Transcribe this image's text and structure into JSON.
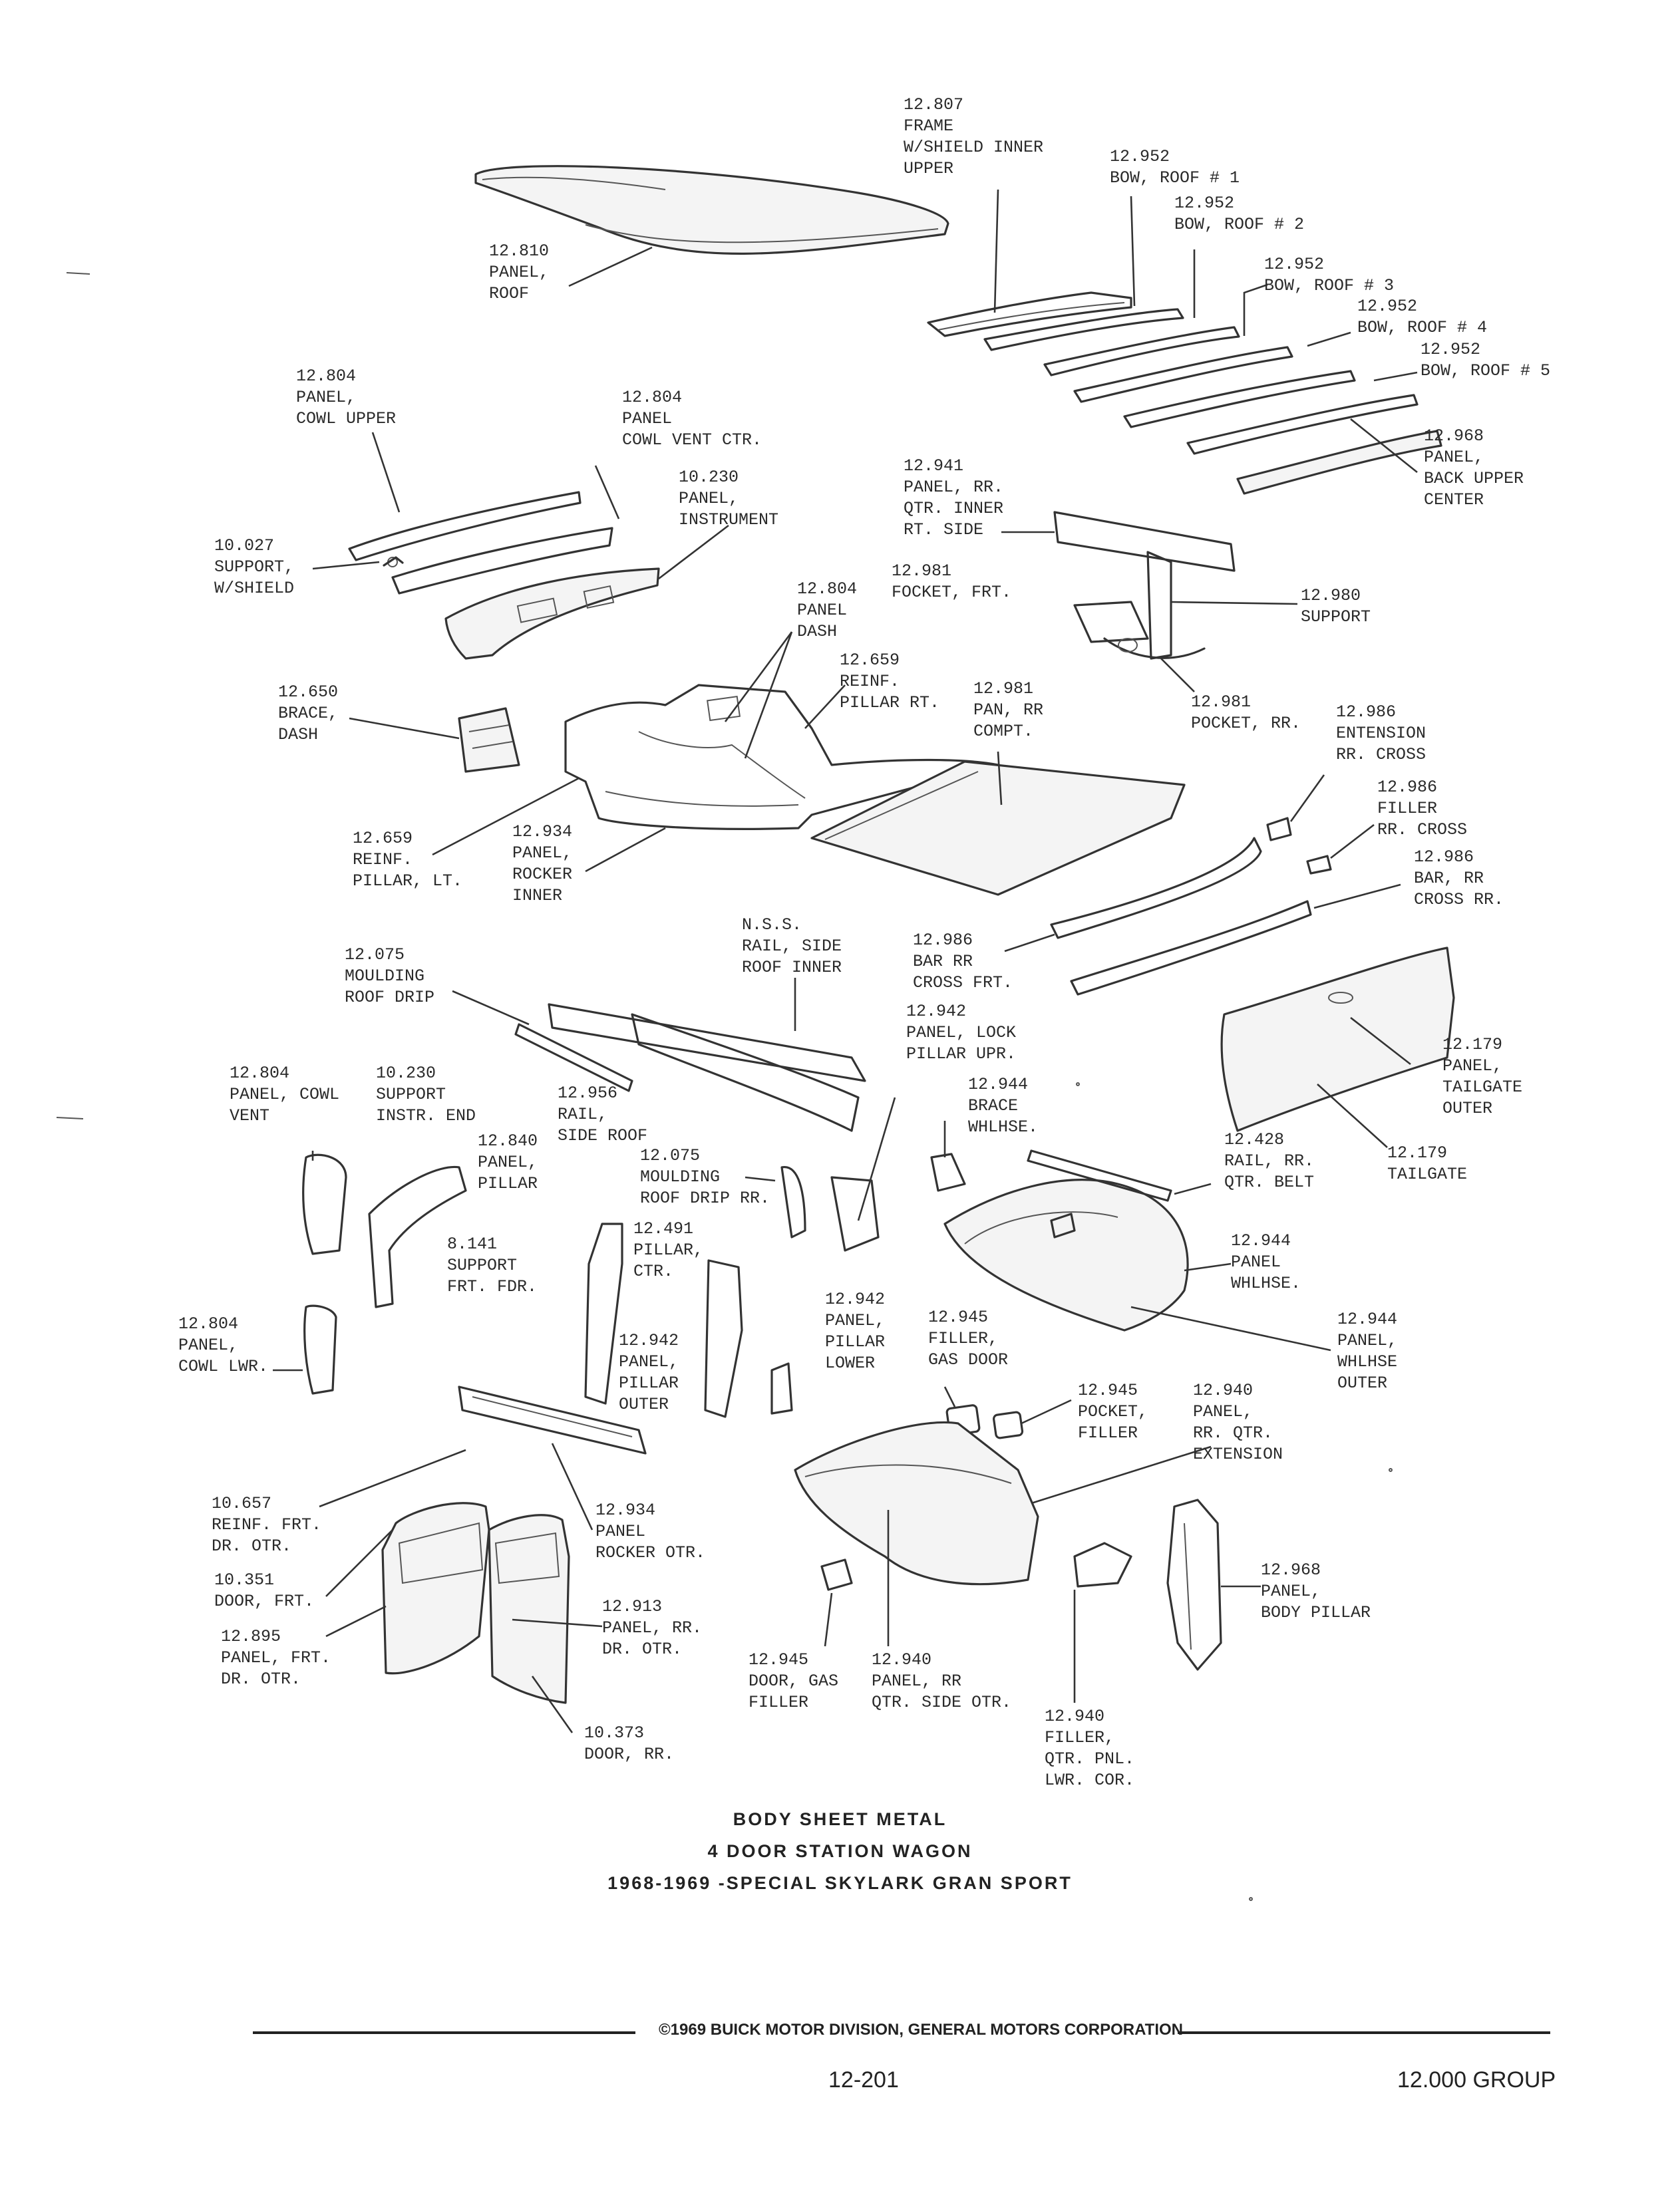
{
  "callouts": [
    {
      "id": "frame-wshield",
      "lines": [
        "12.807",
        "FRAME",
        "W/SHIELD INNER",
        "UPPER"
      ]
    },
    {
      "id": "bow-roof-1",
      "lines": [
        "12.952",
        "BOW, ROOF # 1"
      ]
    },
    {
      "id": "bow-roof-2",
      "lines": [
        "12.952",
        "BOW, ROOF # 2"
      ]
    },
    {
      "id": "bow-roof-3",
      "lines": [
        "12.952",
        "BOW, ROOF # 3"
      ]
    },
    {
      "id": "bow-roof-4",
      "lines": [
        "12.952",
        "BOW, ROOF # 4"
      ]
    },
    {
      "id": "bow-roof-5",
      "lines": [
        "12.952",
        "BOW, ROOF # 5"
      ]
    },
    {
      "id": "panel-roof",
      "lines": [
        "12.810",
        "PANEL,",
        "ROOF"
      ]
    },
    {
      "id": "panel-back-upper-center",
      "lines": [
        "12.968",
        "PANEL,",
        "BACK UPPER",
        "CENTER"
      ]
    },
    {
      "id": "panel-cowl-upper",
      "lines": [
        "12.804",
        "PANEL,",
        "COWL UPPER"
      ]
    },
    {
      "id": "panel-cowl-vent-ctr",
      "lines": [
        "12.804",
        "PANEL",
        "COWL VENT CTR."
      ]
    },
    {
      "id": "panel-instrument",
      "lines": [
        "10.230",
        "PANEL,",
        "INSTRUMENT"
      ]
    },
    {
      "id": "support-wshield",
      "lines": [
        "10.027",
        "SUPPORT,",
        "W/SHIELD"
      ]
    },
    {
      "id": "panel-rr-qtr-inner",
      "lines": [
        "12.941",
        "PANEL, RR.",
        "QTR. INNER",
        "RT. SIDE"
      ]
    },
    {
      "id": "pocket-frt",
      "lines": [
        "12.981",
        "FOCKET, FRT."
      ]
    },
    {
      "id": "support-980",
      "lines": [
        "12.980",
        "SUPPORT"
      ]
    },
    {
      "id": "panel-dash",
      "lines": [
        "12.804",
        "PANEL",
        "DASH"
      ]
    },
    {
      "id": "reinf-pillar-rt",
      "lines": [
        "12.659",
        "REINF.",
        "PILLAR RT."
      ]
    },
    {
      "id": "pan-rr-compt",
      "lines": [
        "12.981",
        "PAN, RR",
        "COMPT."
      ]
    },
    {
      "id": "pocket-rr",
      "lines": [
        "12.981",
        "POCKET, RR."
      ]
    },
    {
      "id": "extension-rr-cross",
      "lines": [
        "12.986",
        "ENTENSION",
        "RR. CROSS"
      ]
    },
    {
      "id": "brace-dash",
      "lines": [
        "12.650",
        "BRACE,",
        "DASH"
      ]
    },
    {
      "id": "filler-rr-cross",
      "lines": [
        "12.986",
        "FILLER",
        "RR. CROSS"
      ]
    },
    {
      "id": "bar-rr-cross-rr",
      "lines": [
        "12.986",
        "BAR, RR",
        "CROSS RR."
      ]
    },
    {
      "id": "reinf-pillar-lt",
      "lines": [
        "12.659",
        "REINF.",
        "PILLAR, LT."
      ]
    },
    {
      "id": "panel-rocker-inner",
      "lines": [
        "12.934",
        "PANEL,",
        "ROCKER",
        "INNER"
      ]
    },
    {
      "id": "bar-rr-cross-frt",
      "lines": [
        "12.986",
        "BAR RR",
        "CROSS FRT."
      ]
    },
    {
      "id": "rail-side-roof-inner",
      "lines": [
        "N.S.S.",
        "RAIL, SIDE",
        "ROOF INNER"
      ]
    },
    {
      "id": "moulding-roof-drip",
      "lines": [
        "12.075",
        "MOULDING",
        "ROOF DRIP"
      ]
    },
    {
      "id": "panel-lock-pillar-upr",
      "lines": [
        "12.942",
        "PANEL, LOCK",
        "PILLAR UPR."
      ]
    },
    {
      "id": "panel-tailgate-outer",
      "lines": [
        "12.179",
        "PANEL,",
        "TAILGATE",
        "OUTER"
      ]
    },
    {
      "id": "panel-cowl-vent",
      "lines": [
        "12.804",
        "PANEL, COWL",
        "VENT"
      ]
    },
    {
      "id": "support-instr-end",
      "lines": [
        "10.230",
        "SUPPORT",
        "INSTR. END"
      ]
    },
    {
      "id": "brace-whlhse",
      "lines": [
        "12.944",
        "BRACE",
        "WHLHSE."
      ]
    },
    {
      "id": "rail-side-roof",
      "lines": [
        "12.956",
        "RAIL,",
        "SIDE ROOF"
      ]
    },
    {
      "id": "panel-pillar-840",
      "lines": [
        "12.840",
        "PANEL,",
        "PILLAR"
      ]
    },
    {
      "id": "rail-rr-qtr-belt",
      "lines": [
        "12.428",
        "RAIL, RR.",
        "QTR. BELT"
      ]
    },
    {
      "id": "tailgate",
      "lines": [
        "12.179",
        "TAILGATE"
      ]
    },
    {
      "id": "moulding-roof-drip-rr",
      "lines": [
        "12.075",
        "MOULDING",
        "ROOF DRIP RR."
      ]
    },
    {
      "id": "support-frt-fdr",
      "lines": [
        "8.141",
        "SUPPORT",
        "FRT. FDR."
      ]
    },
    {
      "id": "pillar-ctr",
      "lines": [
        "12.491",
        "PILLAR,",
        "CTR."
      ]
    },
    {
      "id": "panel-whlhse",
      "lines": [
        "12.944",
        "PANEL",
        "WHLHSE."
      ]
    },
    {
      "id": "panel-cowl-lwr",
      "lines": [
        "12.804",
        "PANEL,",
        "COWL LWR."
      ]
    },
    {
      "id": "panel-pillar-outer",
      "lines": [
        "12.942",
        "PANEL,",
        "PILLAR",
        "OUTER"
      ]
    },
    {
      "id": "panel-pillar-lower",
      "lines": [
        "12.942",
        "PANEL,",
        "PILLAR",
        "LOWER"
      ]
    },
    {
      "id": "filler-gas-door",
      "lines": [
        "12.945",
        "FILLER,",
        "GAS DOOR"
      ]
    },
    {
      "id": "panel-whlhse-outer",
      "lines": [
        "12.944",
        "PANEL,",
        "WHLHSE",
        "OUTER"
      ]
    },
    {
      "id": "pocket-filler",
      "lines": [
        "12.945",
        "POCKET,",
        "FILLER"
      ]
    },
    {
      "id": "panel-rr-qtr-extension",
      "lines": [
        "12.940",
        "PANEL,",
        "RR. QTR.",
        "EXTENSION"
      ]
    },
    {
      "id": "reinf-frt-dr-otr",
      "lines": [
        "10.657",
        "REINF. FRT.",
        "DR. OTR."
      ]
    },
    {
      "id": "panel-rocker-otr",
      "lines": [
        "12.934",
        "PANEL",
        "ROCKER OTR."
      ]
    },
    {
      "id": "door-frt",
      "lines": [
        "10.351",
        "DOOR, FRT."
      ]
    },
    {
      "id": "panel-body-pillar",
      "lines": [
        "12.968",
        "PANEL,",
        "BODY PILLAR"
      ]
    },
    {
      "id": "panel-rr-dr-otr",
      "lines": [
        "12.913",
        "PANEL, RR.",
        "DR. OTR."
      ]
    },
    {
      "id": "panel-frt-dr-otr",
      "lines": [
        "12.895",
        "PANEL, FRT.",
        "DR. OTR."
      ]
    },
    {
      "id": "door-gas-filler",
      "lines": [
        "12.945",
        "DOOR, GAS",
        "FILLER"
      ]
    },
    {
      "id": "panel-rr-qtr-side-otr",
      "lines": [
        "12.940",
        "PANEL, RR",
        "QTR. SIDE OTR."
      ]
    },
    {
      "id": "door-rr",
      "lines": [
        "10.373",
        "DOOR, RR."
      ]
    },
    {
      "id": "filler-qtr-pnl-lwr-cor",
      "lines": [
        "12.940",
        "FILLER,",
        "QTR. PNL.",
        "LWR. COR."
      ]
    }
  ],
  "caption": {
    "line1": "BODY SHEET METAL",
    "line2": "4 DOOR STATION WAGON",
    "line3": "1968-1969 -SPECIAL SKYLARK GRAN SPORT"
  },
  "footer": {
    "copyright": "©1969 BUICK MOTOR DIVISION, GENERAL MOTORS CORPORATION",
    "page_number": "12-201",
    "group": "12.000 GROUP"
  }
}
